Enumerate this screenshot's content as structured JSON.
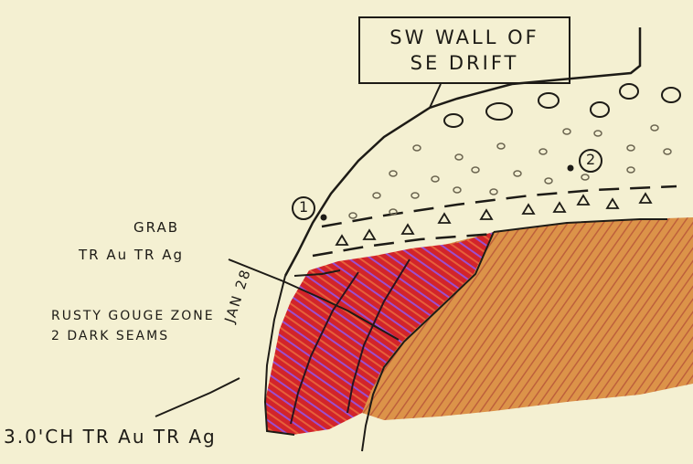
{
  "title": {
    "line1": "SW WALL OF",
    "line2": "SE DRIFT"
  },
  "sample_points": {
    "point_1": "1",
    "point_2": "2"
  },
  "grab_label": {
    "line1": "GRAB",
    "line2": "TR Au TR Ag"
  },
  "gouge_label": {
    "line1": "RUSTY GOUGE ZONE",
    "line2": "2 DARK SEAMS"
  },
  "date_label": "JAN 28",
  "chip_label": "3.0'CH TR Au TR Ag",
  "colors": {
    "paper": "#f4f0d2",
    "ink": "#1d1b16",
    "rust": "#c9562a",
    "red": "#d2242a",
    "purple": "#9a4fd0",
    "orange": "#d9893a"
  }
}
